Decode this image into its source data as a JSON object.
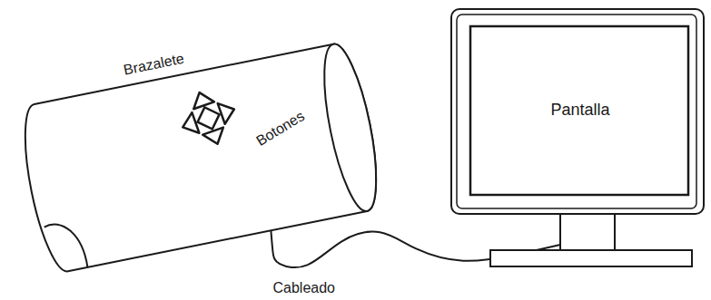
{
  "diagram": {
    "nodes": [
      {
        "text": [
          "Brazalete",
          "Botones"
        ]
      },
      {
        "text": [
          "Pantalla"
        ]
      }
    ],
    "edges": [
      {
        "from": 0,
        "to": 1,
        "arrow": "none",
        "label": "Cableado"
      }
    ]
  }
}
